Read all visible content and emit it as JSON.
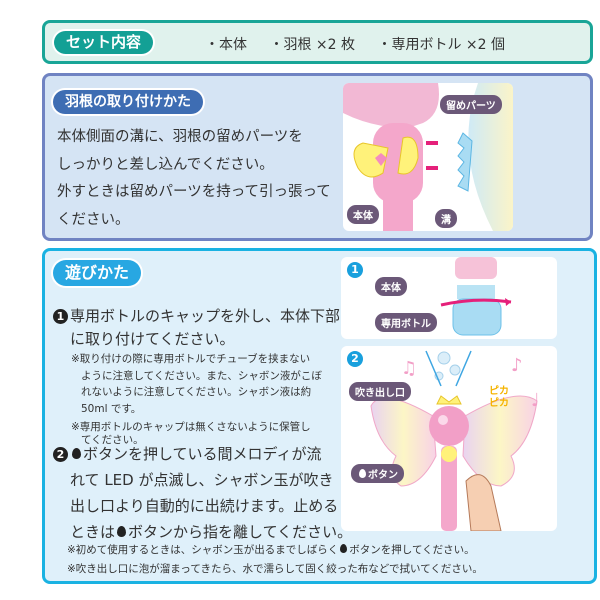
{
  "set_contents": {
    "title": "セット内容",
    "items": [
      "・本体",
      "・羽根 ×2 枚",
      "・専用ボトル ×2 個"
    ]
  },
  "attach": {
    "title": "羽根の取り付けかた",
    "lines": [
      "本体側面の溝に、羽根の留めパーツを",
      "しっかりと差し込んでください。",
      "外すときは留めパーツを持って引っ張って",
      "ください。"
    ],
    "labels": {
      "clip": "留めパーツ",
      "body": "本体",
      "groove": "溝"
    }
  },
  "play": {
    "title": "遊びかた",
    "step1": {
      "num": "1",
      "lines": [
        "専用ボトルのキャップを外し、本体下部",
        "に取り付けてください。"
      ],
      "note1": [
        "※取り付けの際に専用ボトルでチューブを挟まない",
        "ように注意してください。また、シャボン液がこぼ",
        "れないように注意してください。シャボン液は約",
        "50ml です。"
      ],
      "note2": [
        "※専用ボトルのキャップは無くさないように保管し",
        "てください。"
      ]
    },
    "step2": {
      "num": "2",
      "l1": "ボタンを押している間メロディが流",
      "l2": "れて LED が点滅し、シャボン玉が吹き",
      "l3": "出し口より自動的に出続けます。止める",
      "l4a": "ときは",
      "l4b": "ボタンから指を離してください。"
    },
    "footnotes": {
      "f1a": "※初めて使用するときは、シャボン玉が出るまでしばらく",
      "f1b": "ボタンを押してください。",
      "f2": "※吹き出し口に泡が溜まってきたら、水で濡らして固く絞った布などで拭いてください。"
    },
    "illus1": {
      "num": "1",
      "body": "本体",
      "bottle": "専用ボトル"
    },
    "illus2": {
      "num": "2",
      "outlet": "吹き出し口",
      "button": "ボタン",
      "sparkle": "ピカピカ"
    }
  }
}
